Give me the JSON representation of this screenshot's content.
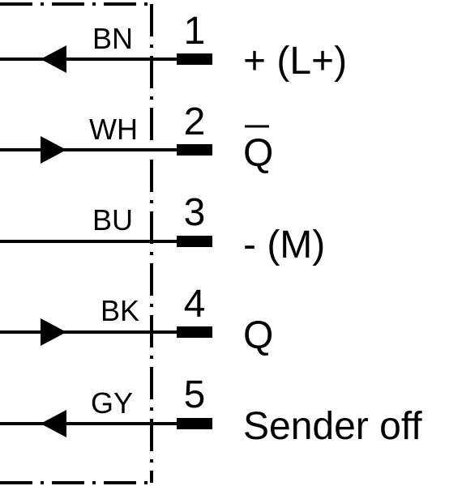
{
  "connections": [
    {
      "wire_color": "BN",
      "pin": "1",
      "signal": "+ (L+)",
      "signal_overline": false,
      "direction": "in"
    },
    {
      "wire_color": "WH",
      "pin": "2",
      "signal": "Q",
      "signal_overline": true,
      "direction": "out"
    },
    {
      "wire_color": "BU",
      "pin": "3",
      "signal": "- (M)",
      "signal_overline": false,
      "direction": "none"
    },
    {
      "wire_color": "BK",
      "pin": "4",
      "signal": "Q",
      "signal_overline": false,
      "direction": "out"
    },
    {
      "wire_color": "GY",
      "pin": "5",
      "signal": "Sender off",
      "signal_overline": false,
      "direction": "in"
    }
  ],
  "colors": {
    "line": "#000000",
    "background": "#ffffff"
  }
}
